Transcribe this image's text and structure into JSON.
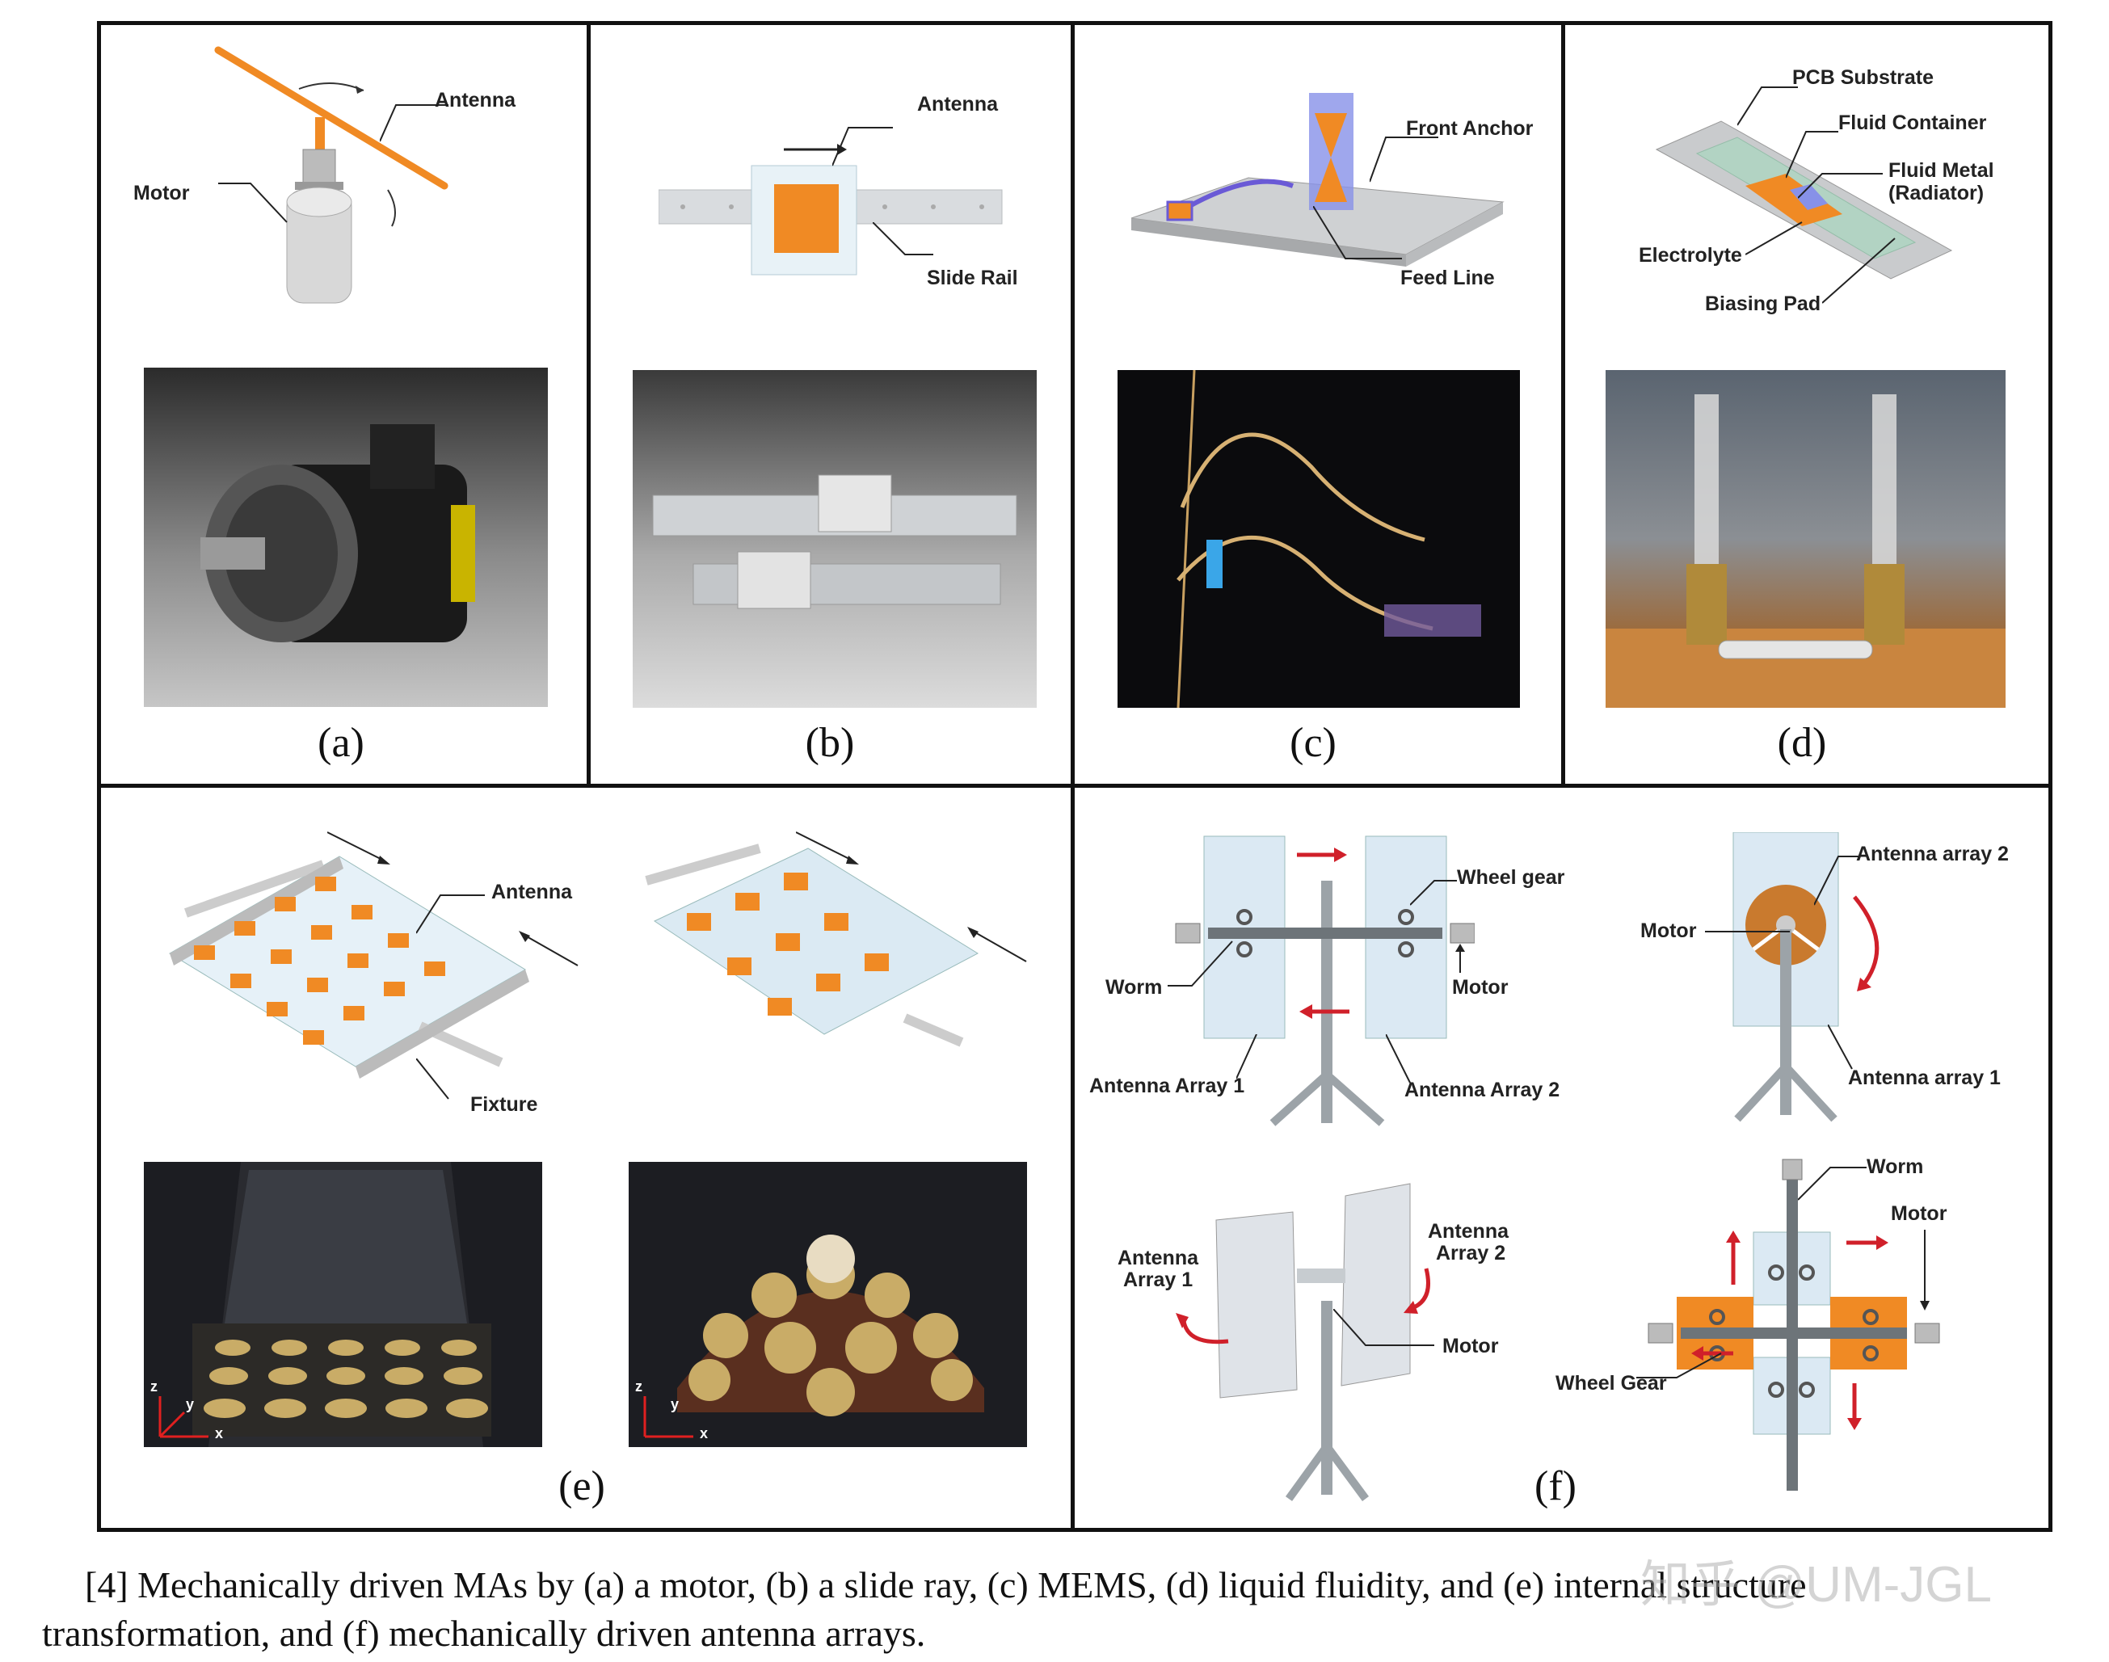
{
  "panels": {
    "a": {
      "sub": "(a)",
      "antenna": "Antenna",
      "motor": "Motor"
    },
    "b": {
      "sub": "(b)",
      "antenna": "Antenna",
      "rail": "Slide Rail"
    },
    "c": {
      "sub": "(c)",
      "anchor": "Front Anchor",
      "feed": "Feed Line"
    },
    "d": {
      "sub": "(d)",
      "pcb": "PCB Substrate",
      "container": "Fluid Container",
      "metal": "Fluid Metal",
      "radiator": "(Radiator)",
      "electrolyte": "Electrolyte",
      "pad": "Biasing Pad"
    },
    "e": {
      "sub": "(e)",
      "antenna": "Antenna",
      "fixture": "Fixture",
      "axis_z": "z",
      "axis_y": "y",
      "axis_x": "x"
    },
    "f": {
      "sub": "(f)",
      "wheel_gear": "Wheel gear",
      "worm": "Worm",
      "motor": "Motor",
      "array1": "Antenna Array 1",
      "array2": "Antenna Array 2",
      "motor2": "Motor",
      "ant_array2": "Antenna array 2",
      "ant_array1": "Antenna array 1",
      "ant_a1_line1": "Antenna",
      "ant_a1_line2": "Array 1",
      "ant_a2_line1": "Antenna",
      "ant_a2_line2": "Array 2",
      "motor3": "Motor",
      "worm2": "Worm",
      "motor4": "Motor",
      "wheel_gear2": "Wheel Gear"
    }
  },
  "caption": {
    "line1": "[4] Mechanically driven MAs by (a) a motor, (b) a slide ray, (c) MEMS, (d) liquid fluidity, and (e) internal structure",
    "line2": "transformation, and (f) mechanically driven antenna arrays."
  },
  "watermark": "知乎 @UM-JGL",
  "colors": {
    "orange": "#f08a24",
    "red": "#d0202a",
    "gray": "#9ca3a8"
  }
}
